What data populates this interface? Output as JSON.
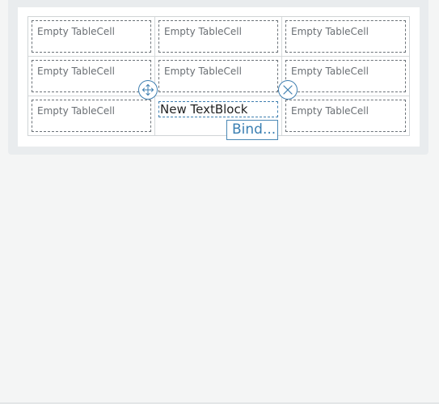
{
  "table": {
    "cells": [
      [
        "Empty TableCell",
        "Empty TableCell",
        "Empty TableCell"
      ],
      [
        "Empty TableCell",
        "Empty TableCell",
        "Empty TableCell"
      ],
      [
        "Empty TableCell",
        "",
        "Empty TableCell"
      ]
    ]
  },
  "selected": {
    "textblock": "New TextBlock",
    "bind_label": "Bind..."
  },
  "icons": {
    "move": "move-arrows-icon",
    "remove": "close-x-icon"
  },
  "colors": {
    "accent": "#3f7fb0",
    "cell_border": "#6b7278",
    "background": "#f4f5f5"
  }
}
